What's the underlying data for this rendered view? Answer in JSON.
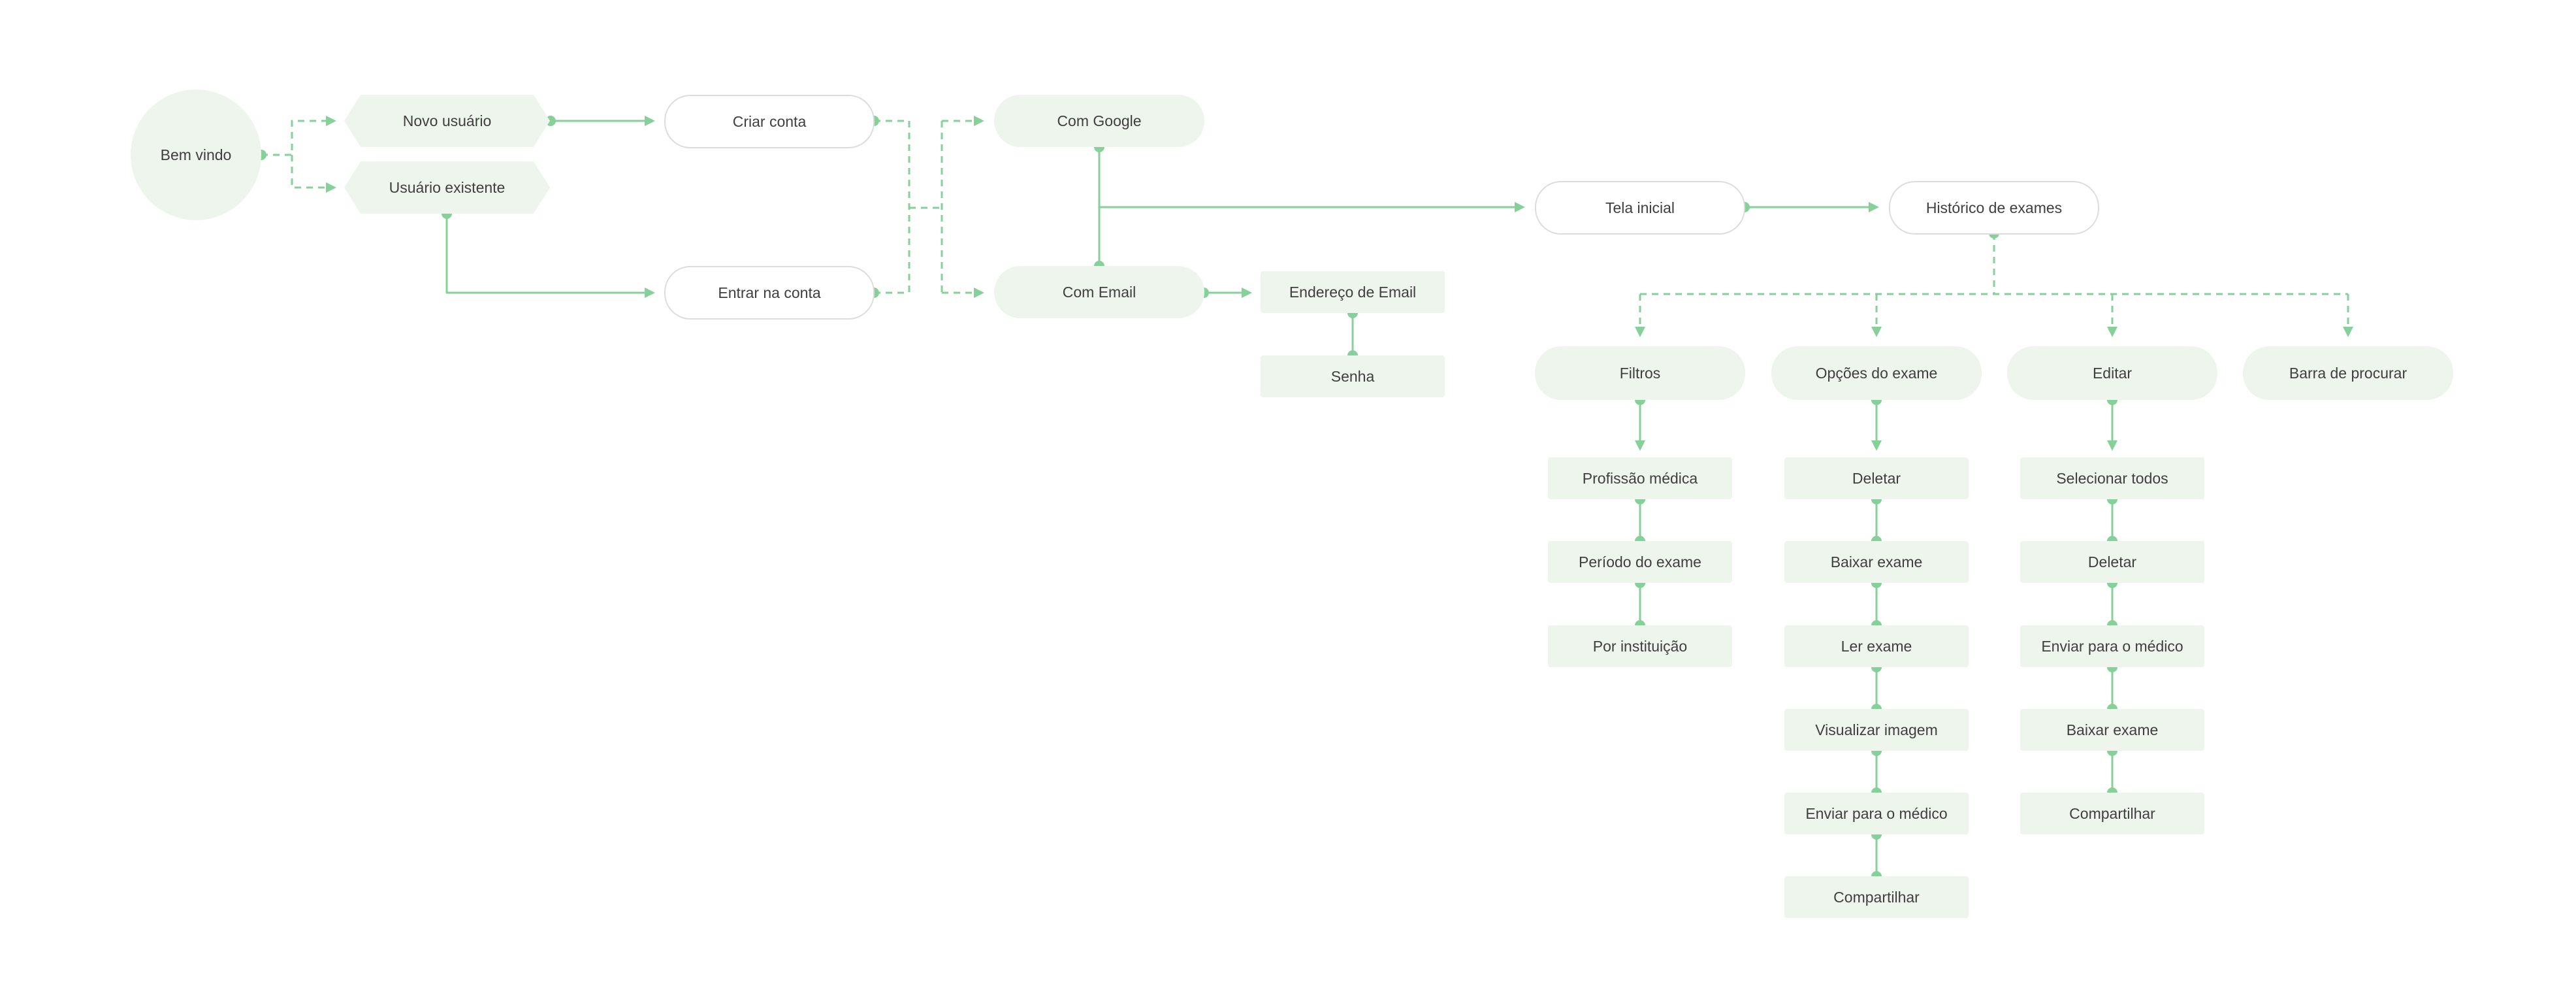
{
  "diagram": {
    "colors": {
      "edge": "#86d19a",
      "node_fill": "#eef5ec",
      "node_border": "#dcdcdc",
      "text": "#3f3f3f"
    },
    "nodes": {
      "bem_vindo": "Bem vindo",
      "novo_usuario": "Novo usuário",
      "usuario_existente": "Usuário existente",
      "criar_conta": "Criar conta",
      "entrar_na_conta": "Entrar na conta",
      "com_google": "Com Google",
      "com_email": "Com Email",
      "endereco_email": "Endereço de Email",
      "senha": "Senha",
      "tela_inicial": "Tela inicial",
      "historico_exames": "Histórico de exames",
      "filtros": "Filtros",
      "opcoes_exame": "Opções do exame",
      "editar": "Editar",
      "barra_procurar": "Barra de procurar",
      "filtros_items": [
        "Profissão médica",
        "Período do exame",
        "Por instituição"
      ],
      "opcoes_items": [
        "Deletar",
        "Baixar exame",
        "Ler exame",
        "Visualizar imagem",
        "Enviar para o médico",
        "Compartilhar"
      ],
      "editar_items": [
        "Selecionar todos",
        "Deletar",
        "Enviar para o médico",
        "Baixar exame",
        "Compartilhar"
      ]
    }
  }
}
